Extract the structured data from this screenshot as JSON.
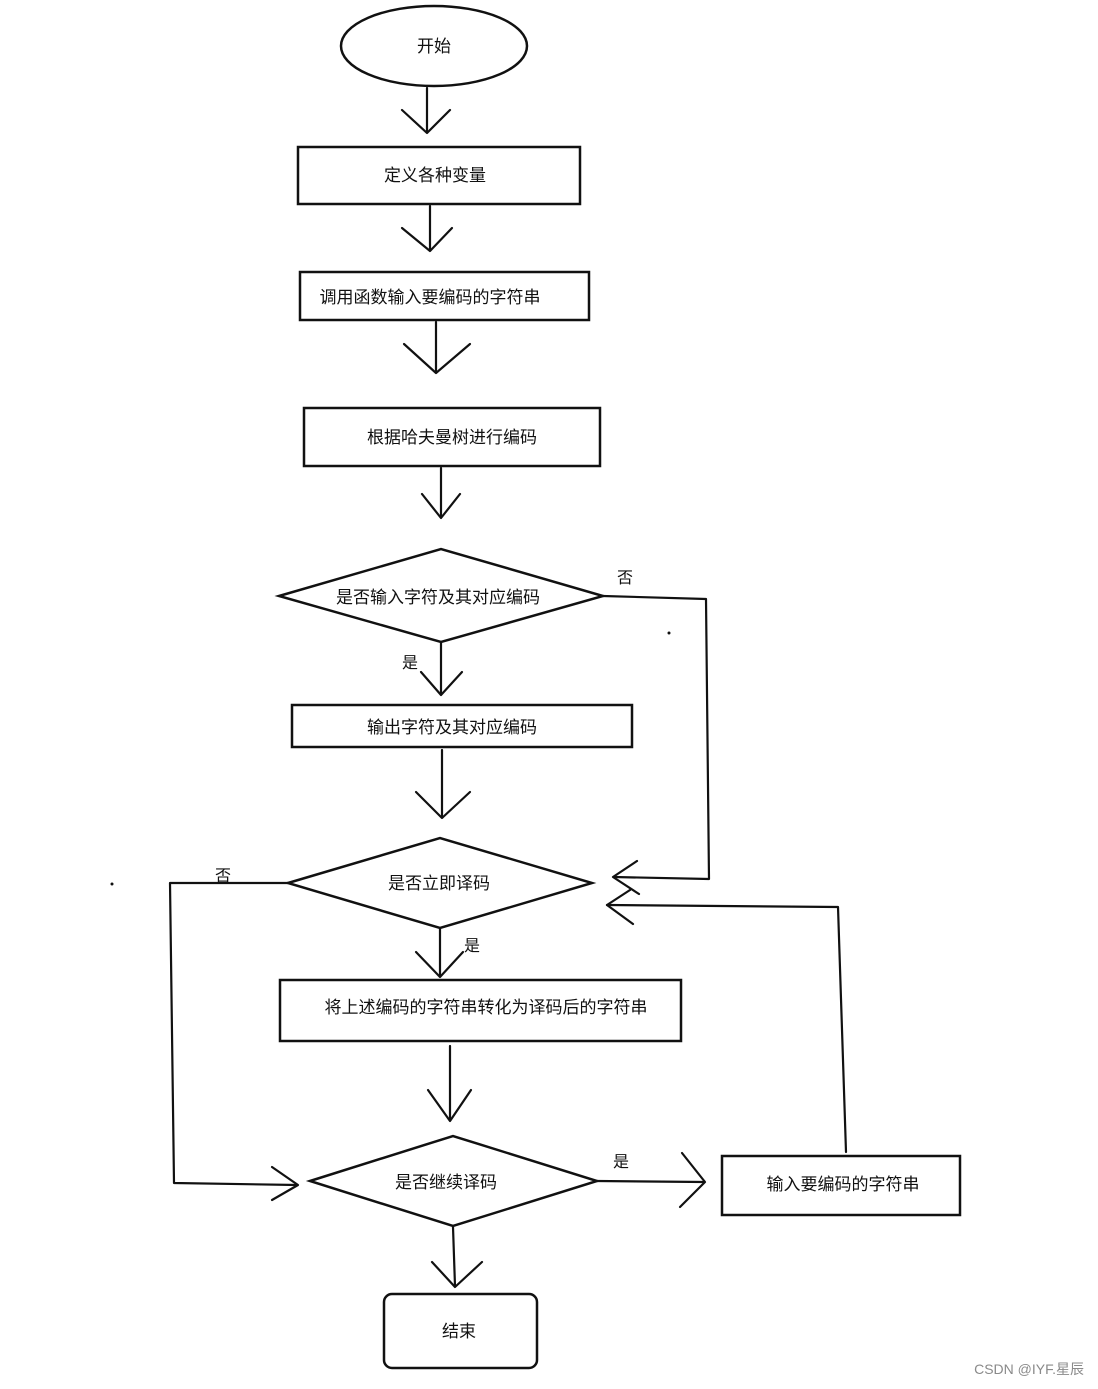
{
  "nodes": {
    "start": "开始",
    "define_vars": "定义各种变量",
    "input_string": "调用函数输入要编码的字符串",
    "encode": "根据哈夫曼树进行编码",
    "ask_output_codes": "是否输入字符及其对应编码",
    "output_codes": "输出字符及其对应编码",
    "ask_decode_now": "是否立即译码",
    "convert": "将上述编码的字符串转化为译码后的字符串",
    "ask_continue": "是否继续译码",
    "input_again": "输入要编码的字符串",
    "end": "结束"
  },
  "edges": {
    "yes": "是",
    "no": "否"
  },
  "watermark": "CSDN @IYF.星辰",
  "colors": {
    "stroke": "#111111",
    "background": "#ffffff",
    "watermark": "#8a8a8a"
  }
}
